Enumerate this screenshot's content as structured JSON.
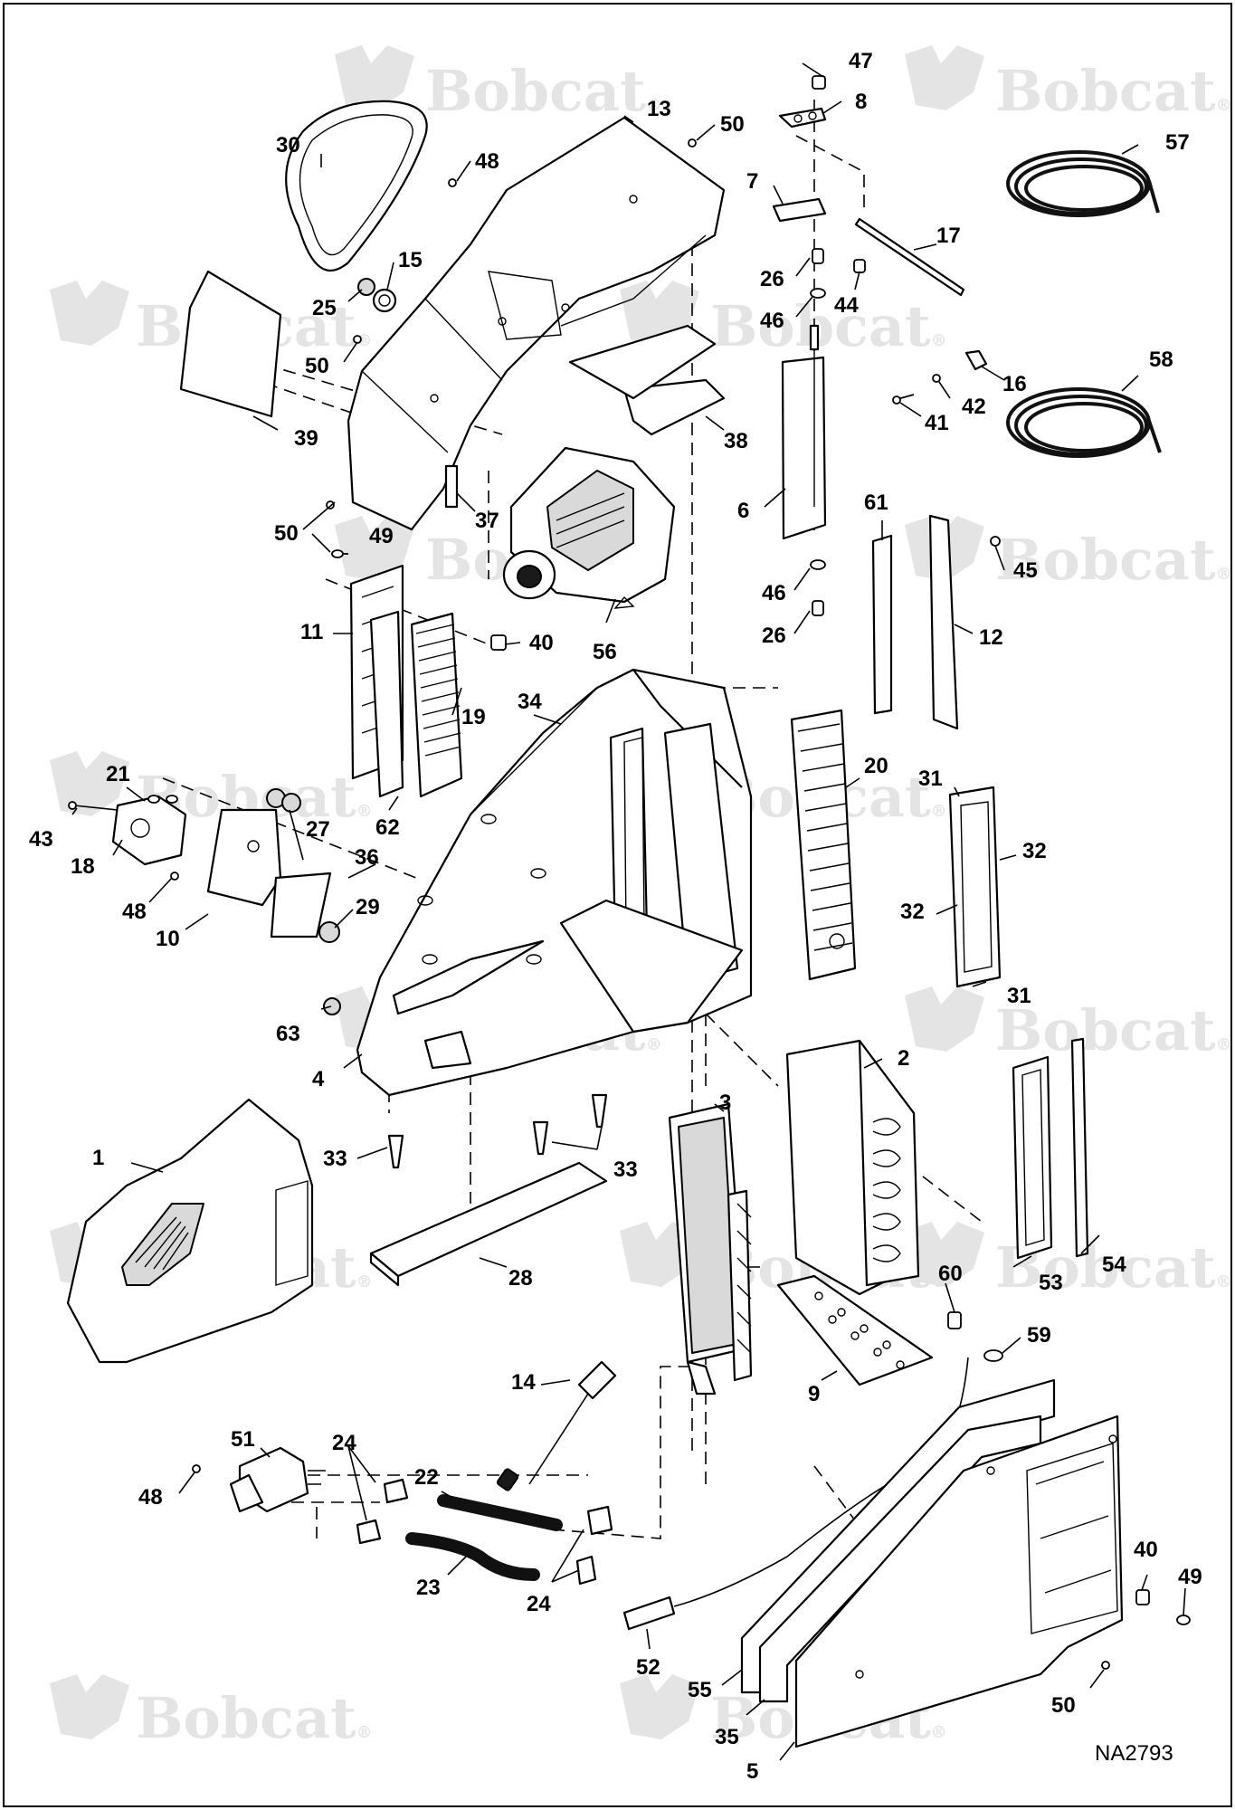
{
  "diagram": {
    "watermark_text": "Bobcat",
    "watermark_mark": "®",
    "document_id": "NA2793",
    "callouts": [
      "1",
      "2",
      "3",
      "4",
      "5",
      "6",
      "7",
      "8",
      "9",
      "10",
      "11",
      "12",
      "13",
      "14",
      "15",
      "16",
      "17",
      "18",
      "19",
      "20",
      "21",
      "22",
      "23",
      "24",
      "25",
      "26",
      "27",
      "28",
      "29",
      "30",
      "31",
      "32",
      "33",
      "34",
      "35",
      "36",
      "37",
      "38",
      "39",
      "40",
      "41",
      "42",
      "43",
      "44",
      "45",
      "46",
      "47",
      "48",
      "49",
      "50",
      "51",
      "52",
      "53",
      "54",
      "55",
      "56",
      "57",
      "58",
      "59",
      "60",
      "61",
      "62",
      "63"
    ]
  }
}
